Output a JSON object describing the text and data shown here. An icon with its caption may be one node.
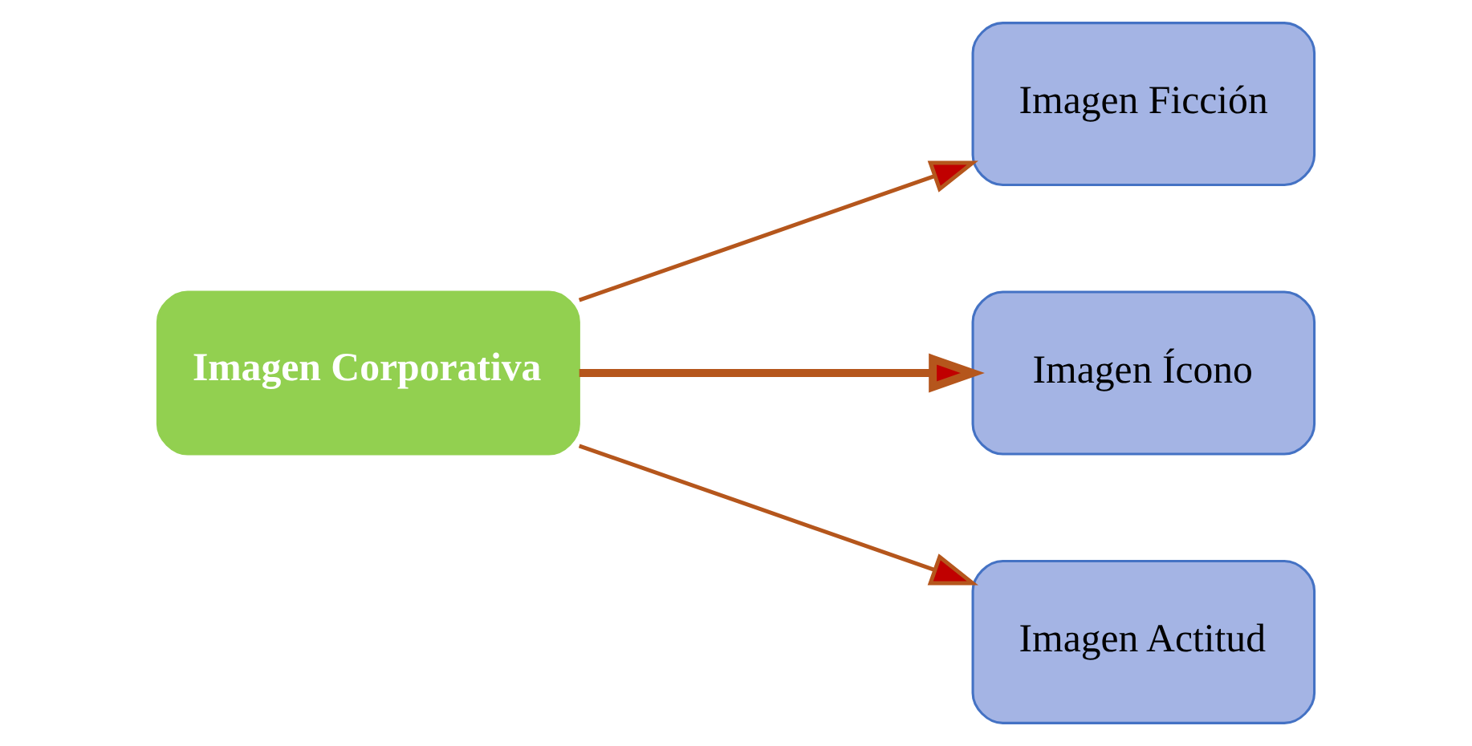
{
  "diagram": {
    "nodes": [
      {
        "text": [
          "Imagen Corporativa"
        ]
      },
      {
        "text": [
          "Imagen Ficción"
        ]
      },
      {
        "text": [
          "Imagen Ícono"
        ]
      },
      {
        "text": [
          "Imagen Actitud"
        ]
      }
    ],
    "edges": [
      {
        "from": 0,
        "to": 1,
        "arrow": "to"
      },
      {
        "from": 0,
        "to": 2,
        "arrow": "to",
        "style": "thick"
      },
      {
        "from": 0,
        "to": 3,
        "arrow": "to"
      }
    ]
  }
}
